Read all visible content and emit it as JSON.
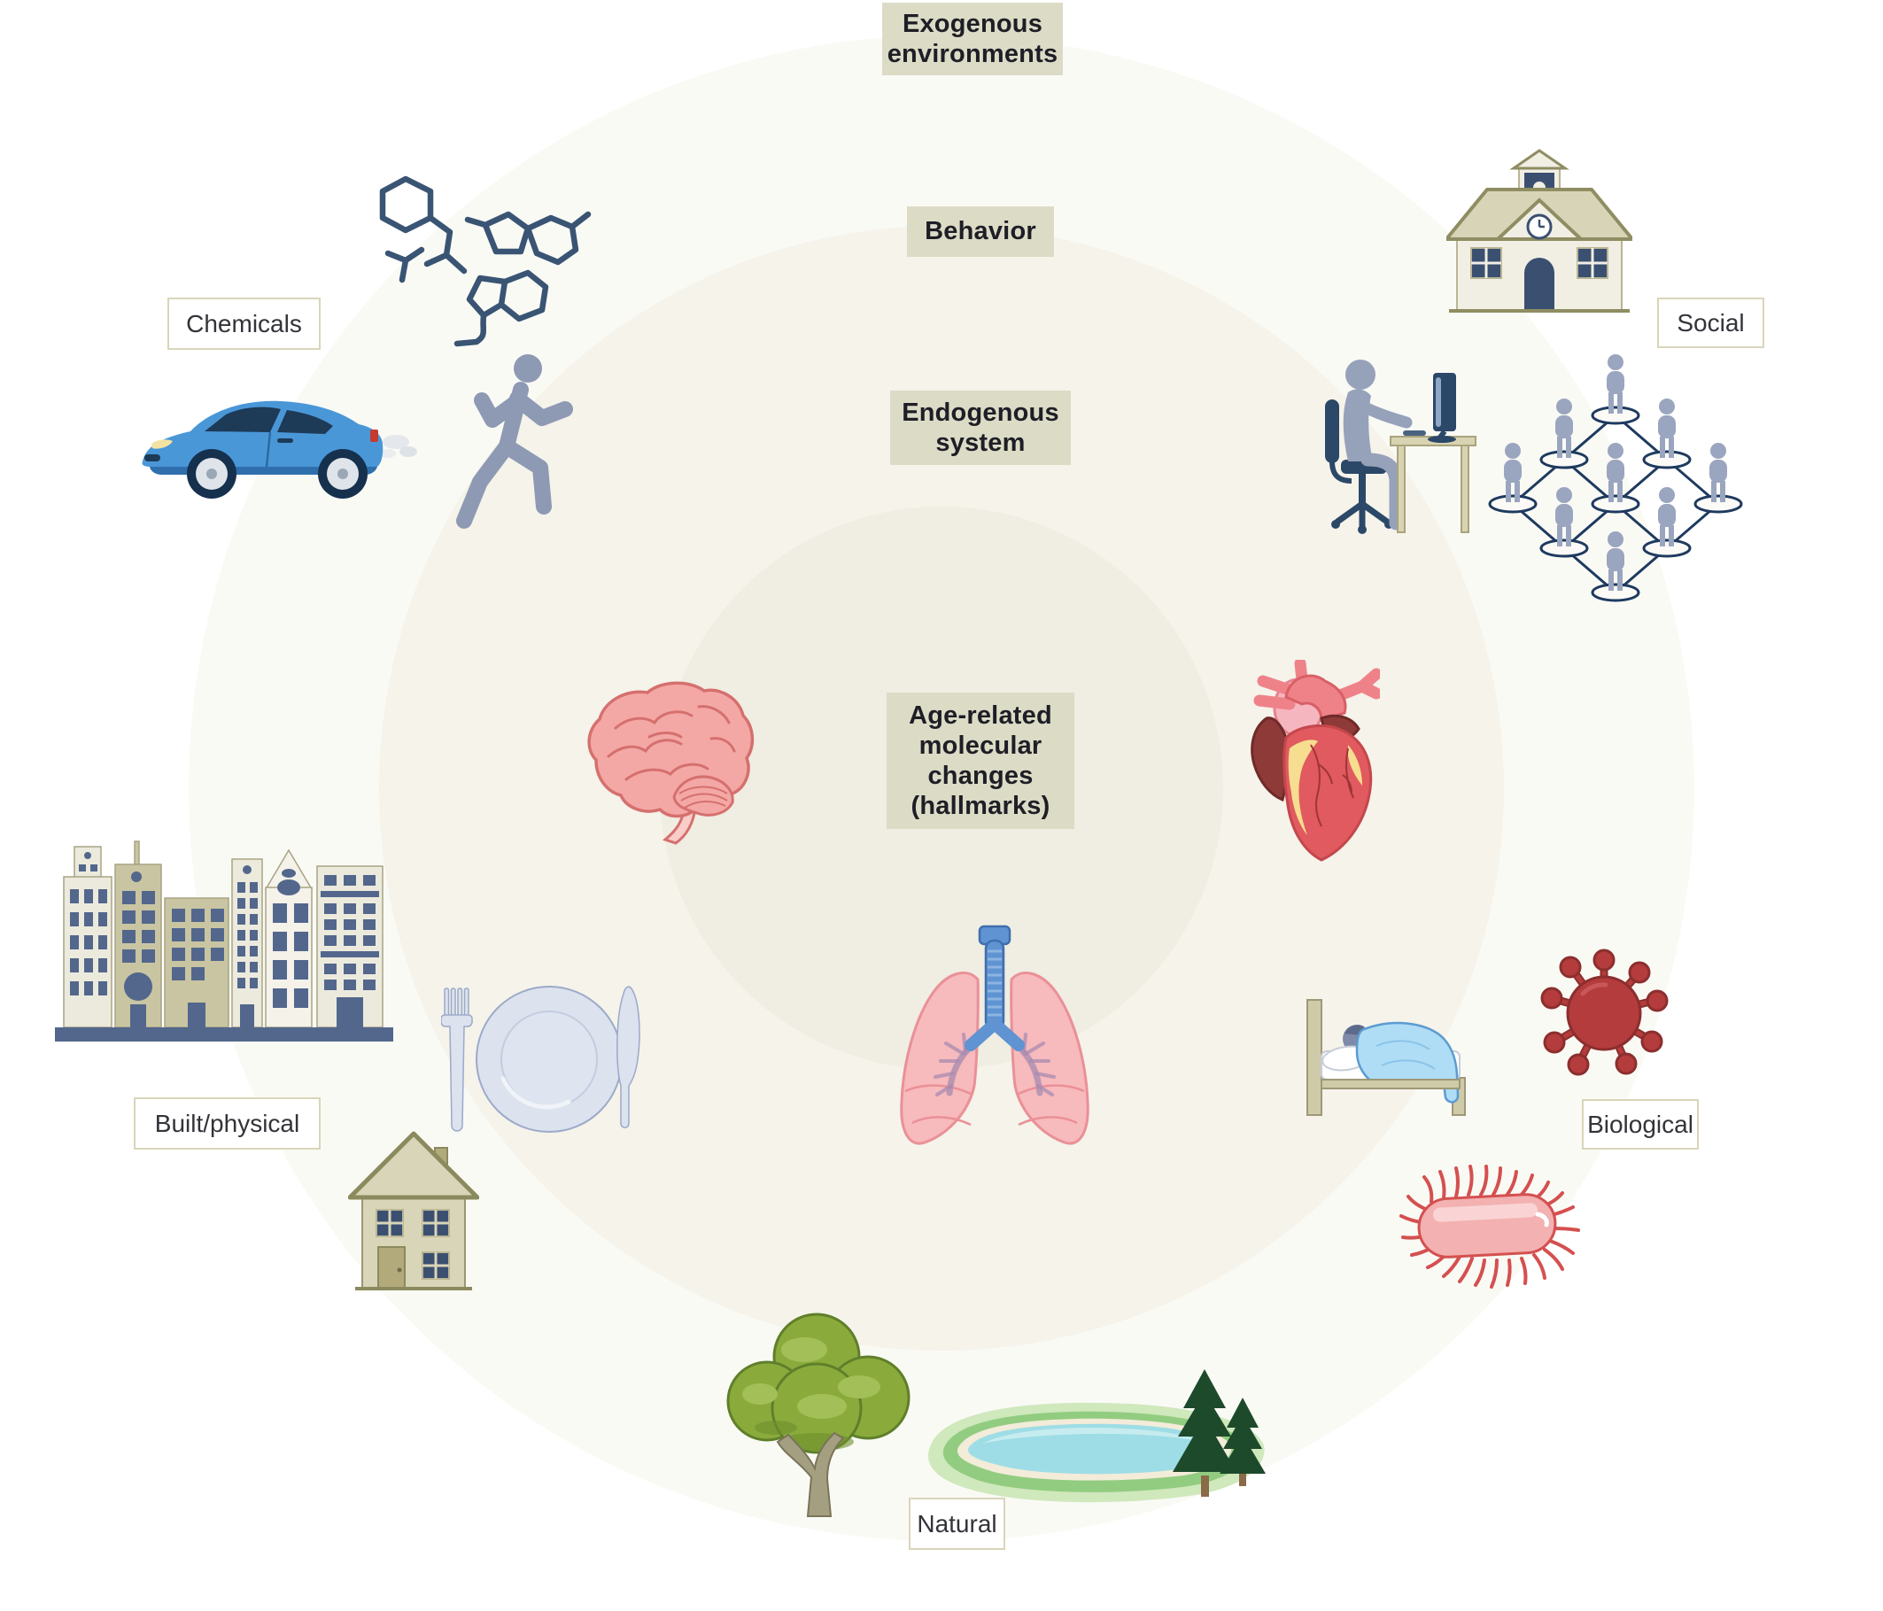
{
  "zones": {
    "exogenous": {
      "label": "Exogenous environments"
    },
    "behavior": {
      "label": "Behavior"
    },
    "endogenous": {
      "label": "Endogenous system"
    },
    "center": {
      "label": "Age-related molecular changes (hallmarks)"
    }
  },
  "categories": {
    "chemicals": {
      "label": "Chemicals"
    },
    "social": {
      "label": "Social"
    },
    "built_physical": {
      "label": "Built/physical"
    },
    "biological": {
      "label": "Biological"
    },
    "natural": {
      "label": "Natural"
    }
  },
  "icons": {
    "chemicals": [
      "molecule-structures-icon",
      "car-exhaust-icon"
    ],
    "behavior": [
      "running-person-icon",
      "desk-work-icon",
      "meal-plate-icon",
      "sleeping-person-icon"
    ],
    "social": [
      "school-icon",
      "social-network-icon"
    ],
    "built_physical": [
      "city-buildings-icon",
      "house-icon"
    ],
    "biological": [
      "virus-icon",
      "bacteria-icon"
    ],
    "natural": [
      "tree-icon",
      "lake-icon"
    ],
    "endogenous_organs": [
      "brain-icon",
      "heart-icon",
      "lungs-icon"
    ]
  },
  "colors": {
    "zone_box_bg": "#dcdbc6",
    "zone_box_text": "#1e1e26",
    "category_box_border": "#d9d5b9",
    "ring_outer": "#fafaf5",
    "ring_middle": "#f5f3ea",
    "ring_inner": "#f0ede2",
    "molecule_navy": "#3a5474",
    "figure_gray_blue": "#8e99b4",
    "navy": "#3b5071",
    "car_blue": "#4a97d8",
    "organ_pink": "#f4a8a6",
    "virus_red": "#b43c3c",
    "bacteria_pink": "#f3b1b1",
    "tree_green": "#8aab3c",
    "pine_green": "#1d4a2b",
    "lake_water": "#9edde6",
    "building_tan": "#c9c5a2",
    "building_cream": "#eceadd"
  }
}
